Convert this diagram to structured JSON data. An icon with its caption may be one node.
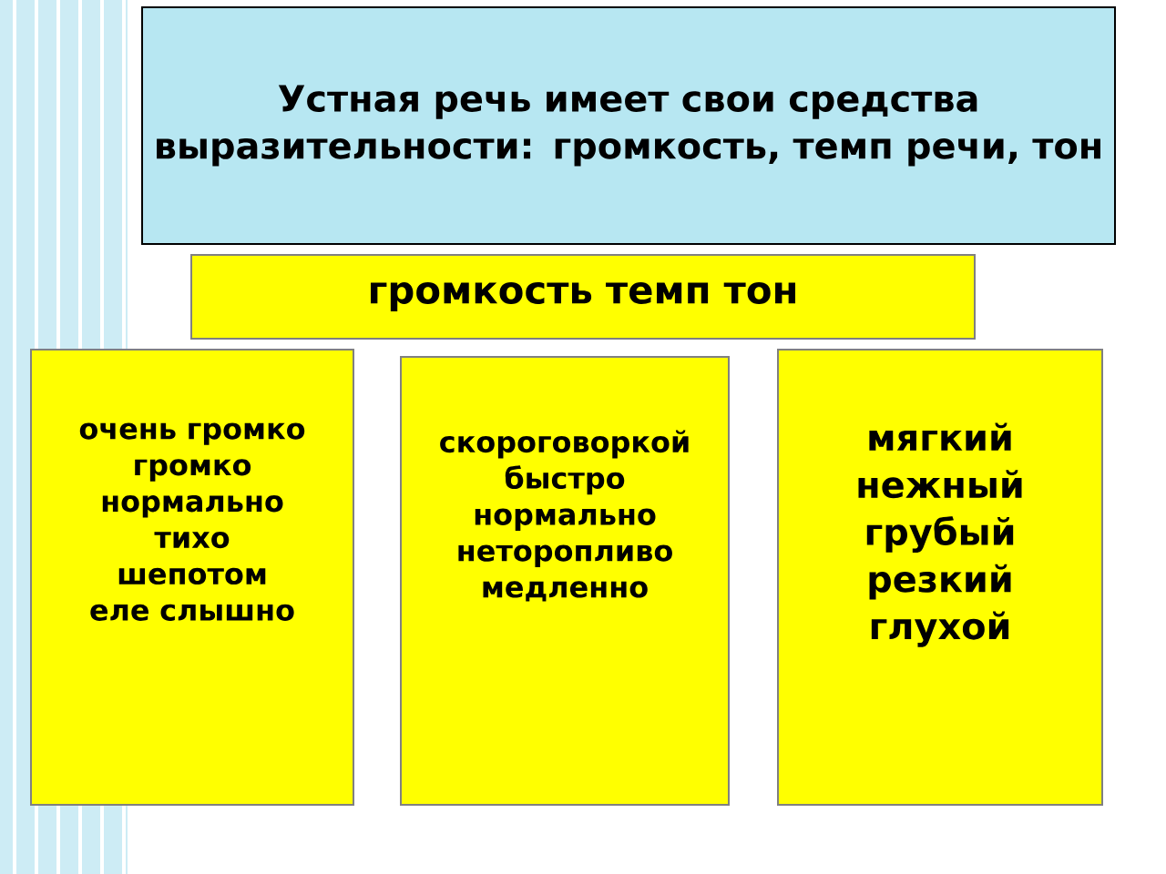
{
  "diagram": {
    "nodes": [
      {
        "text": [
          "Устная речь имеет свои средства выразительности: громкость, темп речи, тон"
        ]
      },
      {
        "text": [
          "громкость темп тон"
        ]
      },
      {
        "text": [
          "очень громко",
          "громко",
          "нормально",
          "тихо",
          "шепотом",
          "еле слышно"
        ]
      },
      {
        "text": [
          "скороговоркой",
          "быстро",
          "нормально",
          "неторопливо",
          "медленно"
        ]
      },
      {
        "text": [
          "мягкий",
          "нежный",
          "грубый",
          "резкий",
          "глухой"
        ]
      }
    ]
  }
}
